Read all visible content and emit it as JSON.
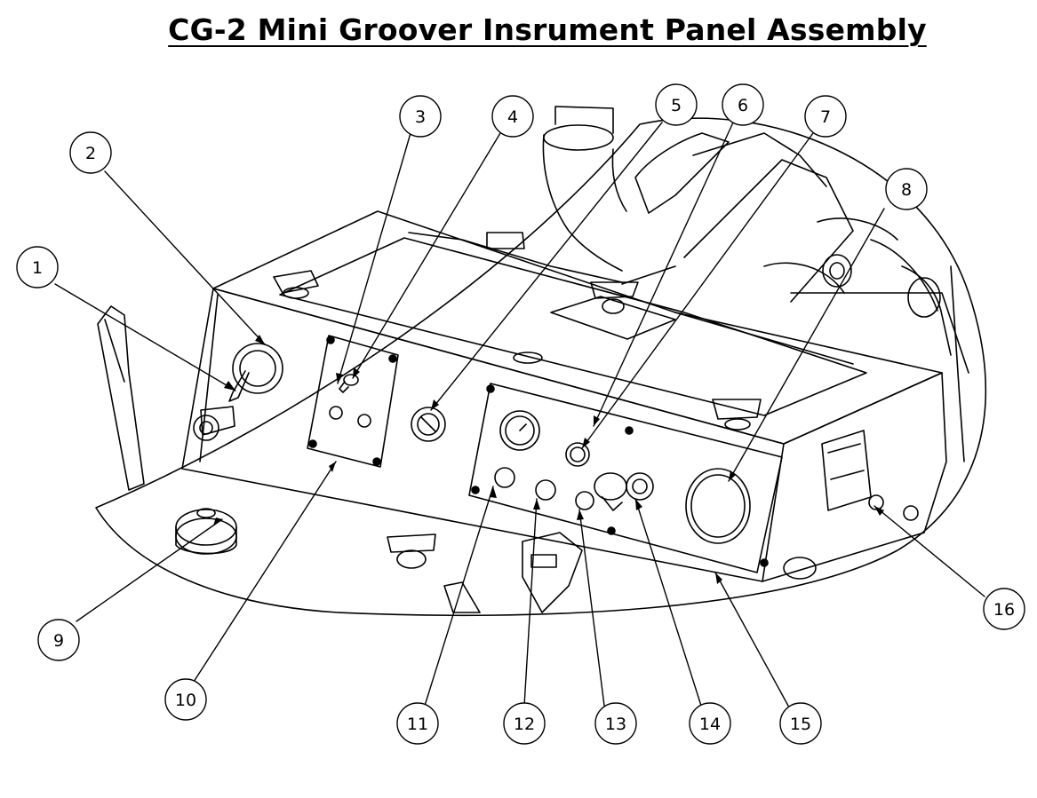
{
  "title": "CG-2 Mini Groover Insrument Panel Assembly",
  "callouts": [
    {
      "label": "1"
    },
    {
      "label": "2"
    },
    {
      "label": "3"
    },
    {
      "label": "4"
    },
    {
      "label": "5"
    },
    {
      "label": "6"
    },
    {
      "label": "7"
    },
    {
      "label": "8"
    },
    {
      "label": "9"
    },
    {
      "label": "10"
    },
    {
      "label": "11"
    },
    {
      "label": "12"
    },
    {
      "label": "13"
    },
    {
      "label": "14"
    },
    {
      "label": "15"
    },
    {
      "label": "16"
    }
  ]
}
